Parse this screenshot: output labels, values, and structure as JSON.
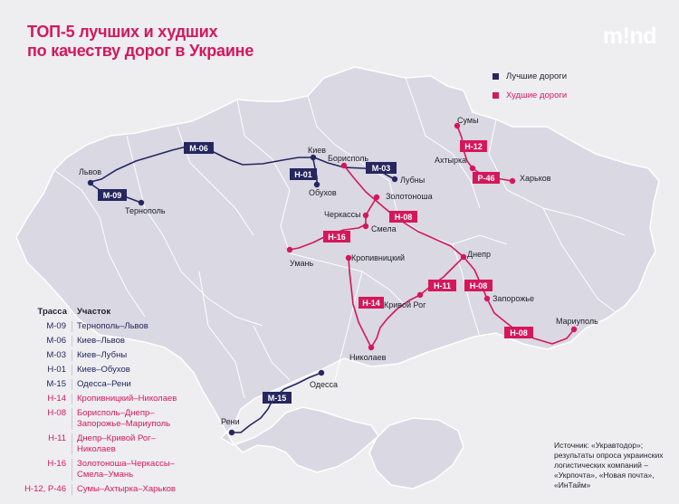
{
  "title_line1": "ТОП-5 лучших и худших",
  "title_line2": "по качеству дорог в Украине",
  "logo": "m!nd",
  "colors": {
    "best": "#262660",
    "worst": "#d4185a",
    "land": "#d9d8e3",
    "border": "#ffffff",
    "background": "#eeeef1"
  },
  "legend": {
    "best": "Лучшие дороги",
    "worst": "Худшие дороги"
  },
  "cities": {
    "lviv": "Львов",
    "ternopil": "Тернополь",
    "kyiv": "Киев",
    "boryspil": "Борисполь",
    "obukhiv": "Обухов",
    "lubny": "Лубны",
    "sumy": "Сумы",
    "akhtyrka": "Ахтырка",
    "kharkiv": "Харьков",
    "zolotonosha": "Золотоноша",
    "cherkasy": "Черкассы",
    "smila": "Смела",
    "uman": "Умань",
    "kropyvnytskyi": "Кропивницкий",
    "dnipro": "Днепр",
    "kryvyi_rih": "Кривой Рог",
    "zaporizhzhia": "Запорожье",
    "mykolaiv": "Николаев",
    "mariupol": "Мариуполь",
    "odesa": "Одесса",
    "reni": "Рени"
  },
  "route_badges": {
    "m06": "М-06",
    "m09": "М-09",
    "h01": "Н-01",
    "m03": "М-03",
    "m15": "М-15",
    "h12": "Н-12",
    "p46": "Р-46",
    "h08a": "Н-08",
    "h16": "Н-16",
    "h11": "Н-11",
    "h08b": "Н-08",
    "h14": "Н-14",
    "h08c": "Н-08"
  },
  "table": {
    "header": {
      "road": "Трасса",
      "section": "Участок"
    },
    "rows": [
      {
        "road": "М-09",
        "section": "Тернополь–Львов",
        "quality": "best"
      },
      {
        "road": "М-06",
        "section": "Киев–Львов",
        "quality": "best"
      },
      {
        "road": "М-03",
        "section": "Киев–Лубны",
        "quality": "best"
      },
      {
        "road": "Н-01",
        "section": "Киев–Обухов",
        "quality": "best"
      },
      {
        "road": "М-15",
        "section": "Одесса–Рени",
        "quality": "best"
      },
      {
        "road": "Н-14",
        "section": "Кропивницкий–Николаев",
        "quality": "worst"
      },
      {
        "road": "Н-08",
        "section": "Борисполь–Днепр–\nЗапорожье–Мариуполь",
        "quality": "worst"
      },
      {
        "road": "Н-11",
        "section": "Днепр–Кривой Рог–\nНиколаев",
        "quality": "worst"
      },
      {
        "road": "Н-16",
        "section": "Золотоноша–Черкассы–\nСмела–Умань",
        "quality": "worst"
      },
      {
        "road": "Н-12, Р-46",
        "section": "Сумы–Ахтырка–Харьков",
        "quality": "worst"
      }
    ]
  },
  "source": "Источник: «Укравтодор»; результаты опроса украинских логистических компаний – «Укрпочта», «Новая почта», «ИнТайм»"
}
